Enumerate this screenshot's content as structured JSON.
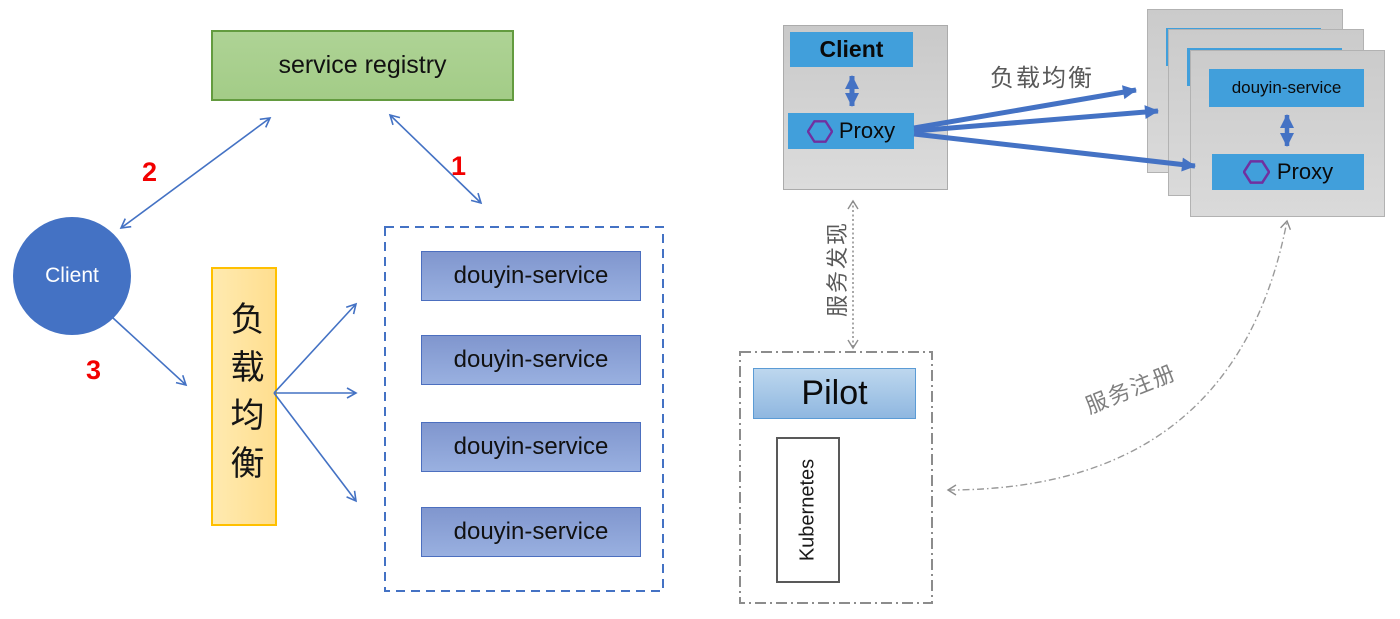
{
  "left": {
    "registry_label": "service registry",
    "client_label": "Client",
    "load_balancer_label": "负载均衡",
    "step1": "1",
    "step2": "2",
    "step3": "3",
    "services": [
      "douyin-service",
      "douyin-service",
      "douyin-service",
      "douyin-service"
    ]
  },
  "right": {
    "client_label": "Client",
    "proxy_label": "Proxy",
    "load_balance_label": "负载均衡",
    "service_discovery_label": "服务发现",
    "service_registration_label": "服务注册",
    "pilot_label": "Pilot",
    "kubernetes_label": "Kubernetes",
    "stack": {
      "service_label": "douyin-service",
      "proxy_label": "Proxy"
    }
  },
  "colors": {
    "registry_green_fill": "#A9D18E",
    "registry_green_border": "#639B3F",
    "client_circle_blue": "#4472C4",
    "load_balancer_yellow_fill": "#FFE39B",
    "load_balancer_yellow_border": "#FFC000",
    "service_box_fill": "#8FAADC",
    "service_box_border": "#4C6FBF",
    "mesh_blue": "#419FDB",
    "arrow_blue": "#4472C4",
    "step_red": "#F20000",
    "proxy_hexagon_purple": "#7030A0",
    "container_gray": "#D2D2D2",
    "pilot_fill": "#9DC3E6",
    "label_gray": "#595959"
  }
}
